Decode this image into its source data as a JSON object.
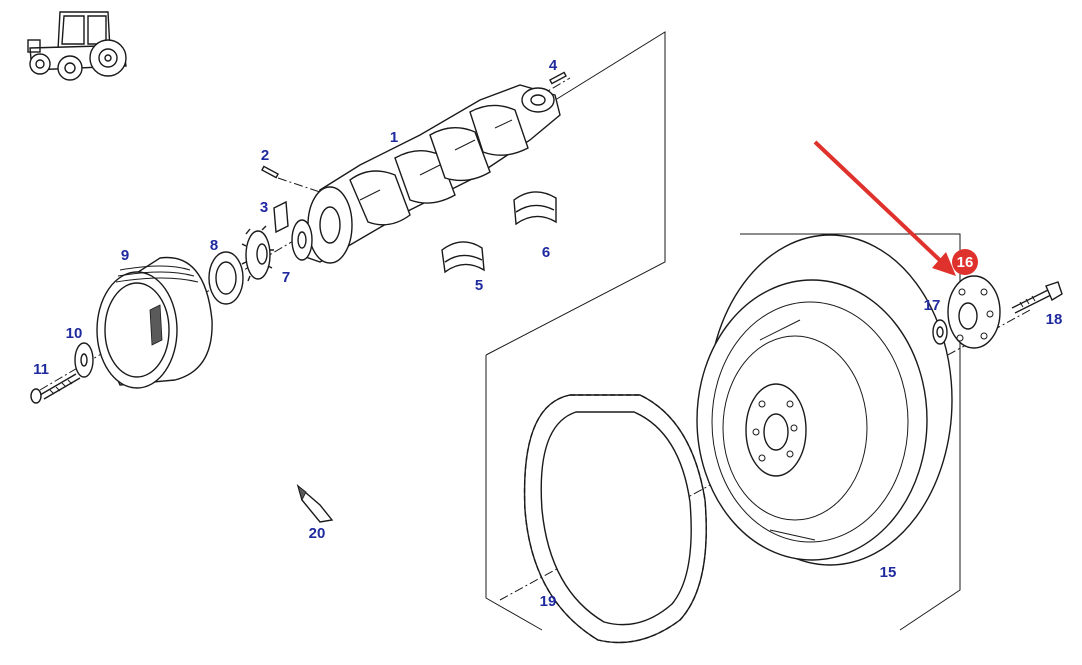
{
  "parts": [
    {
      "id": "callout-1",
      "label": "1"
    },
    {
      "id": "callout-2",
      "label": "2"
    },
    {
      "id": "callout-3",
      "label": "3"
    },
    {
      "id": "callout-4",
      "label": "4"
    },
    {
      "id": "callout-5",
      "label": "5"
    },
    {
      "id": "callout-6",
      "label": "6"
    },
    {
      "id": "callout-7",
      "label": "7"
    },
    {
      "id": "callout-8",
      "label": "8"
    },
    {
      "id": "callout-9",
      "label": "9"
    },
    {
      "id": "callout-10",
      "label": "10"
    },
    {
      "id": "callout-11",
      "label": "11"
    },
    {
      "id": "callout-15",
      "label": "15"
    },
    {
      "id": "callout-17",
      "label": "17"
    },
    {
      "id": "callout-18",
      "label": "18"
    },
    {
      "id": "callout-19",
      "label": "19"
    },
    {
      "id": "callout-20",
      "label": "20"
    }
  ],
  "highlight": {
    "label": "16"
  },
  "colors": {
    "callout_text": "#1f2a9e",
    "highlight_badge": "#e0322c",
    "highlight_text": "#ffffff",
    "arrow": "#e0322c",
    "line_art": "#1a1a1a"
  },
  "icons": {
    "machine_thumbnail": "tractor-icon",
    "pointer": "red-arrow-icon"
  }
}
